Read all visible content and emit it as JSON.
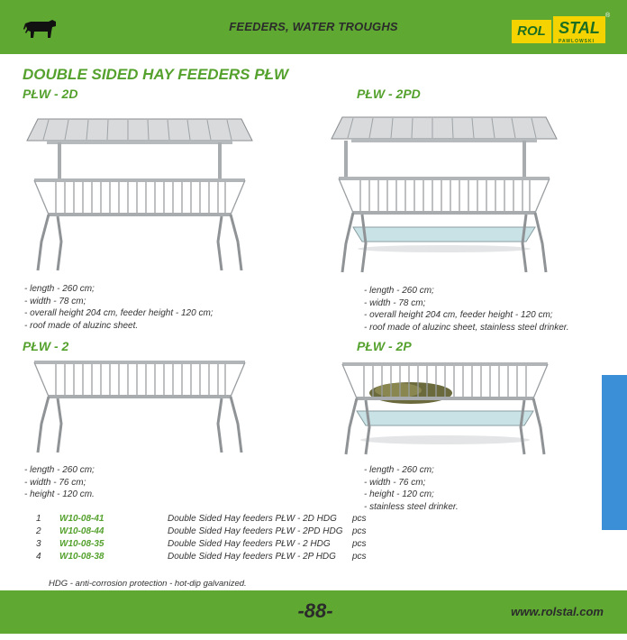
{
  "header": {
    "title": "FEEDERS, WATER TROUGHS"
  },
  "logo": {
    "part1": "ROL",
    "part2": "STAL",
    "sub": "PAWLOWSKI",
    "reg": "®"
  },
  "page_title": "DOUBLE SIDED HAY FEEDERS PŁW",
  "sections": [
    {
      "title": "PŁW - 2D",
      "specs": [
        "- length - 260 cm;",
        "- width - 78 cm;",
        "- overall height 204 cm, feeder height - 120 cm;",
        "- roof made of aluzinc sheet."
      ]
    },
    {
      "title": "PŁW - 2PD",
      "specs": [
        "-  length - 260 cm;",
        "- width - 78 cm;",
        "- overall height 204 cm, feeder height - 120 cm;",
        "- roof made of aluzinc sheet, stainless steel drinker."
      ]
    },
    {
      "title": "PŁW - 2",
      "specs": [
        "- length - 260 cm;",
        "- width - 76 cm;",
        "- height - 120 cm."
      ]
    },
    {
      "title": "PŁW - 2P",
      "specs": [
        "- length - 260 cm;",
        "- width - 76 cm;",
        "- height - 120 cm;",
        "- stainless steel drinker."
      ]
    }
  ],
  "products": [
    {
      "num": "1",
      "code": "W10-08-41",
      "name": "Double Sided Hay feeders PŁW - 2D HDG",
      "unit": "pcs"
    },
    {
      "num": "2",
      "code": "W10-08-44",
      "name": "Double Sided Hay feeders PŁW - 2PD HDG",
      "unit": "pcs"
    },
    {
      "num": "3",
      "code": "W10-08-35",
      "name": "Double Sided Hay feeders PŁW - 2 HDG",
      "unit": "pcs"
    },
    {
      "num": "4",
      "code": "W10-08-38",
      "name": "Double Sided Hay feeders PŁW - 2P HDG",
      "unit": "pcs"
    }
  ],
  "note": "HDG  -  anti-corrosion protection - hot-dip galvanized.",
  "footer": {
    "page": "-88-",
    "website": "www.rolstal.com"
  },
  "colors": {
    "brand_green": "#5fa832",
    "title_green": "#55a12d",
    "logo_yellow": "#f5d300",
    "tab_blue": "#3b8fd6"
  }
}
